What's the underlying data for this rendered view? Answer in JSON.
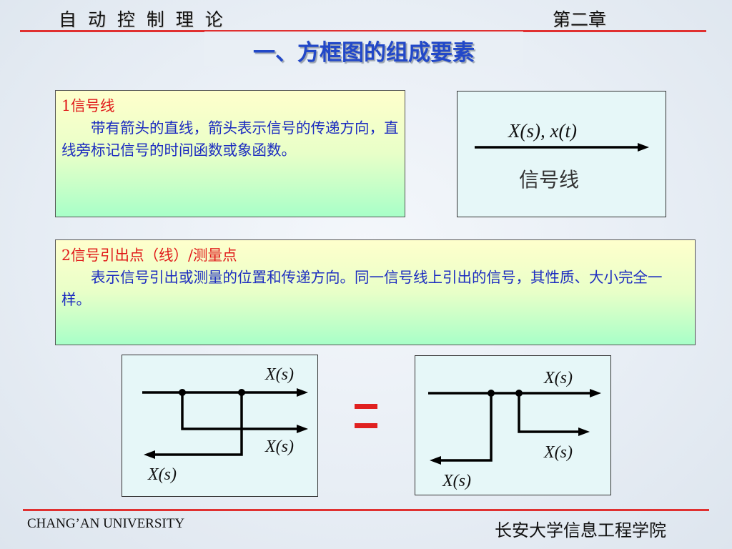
{
  "header": {
    "course_title": "自 动 控 制 理 论",
    "chapter": "第二章"
  },
  "slide": {
    "title": "一、方框图的组成要素"
  },
  "signal_line_section": {
    "heading": "1信号线",
    "body": "带有箭头的直线，箭头表示信号的传递方向，直线旁标记信号的时间函数或象函数。",
    "figure": {
      "label_top": "X(s),  x(t)",
      "caption": "信号线"
    }
  },
  "pickoff_section": {
    "heading": "2信号引出点（线）/测量点",
    "body": "表示信号引出或测量的位置和传递方向。同一信号线上引出的信号，其性质、大小完全一样。",
    "figure_left": {
      "label_top": "X(s)",
      "label_mid": "X(s)",
      "label_bottom": "X(s)"
    },
    "figure_right": {
      "label_top": "X(s)",
      "label_mid": "X(s)",
      "label_bottom": "X(s)"
    }
  },
  "colors": {
    "accent_red": "#e03030",
    "title_blue": "#2248c8",
    "body_blue": "#1c2cc0",
    "heading_red": "#e01818"
  },
  "footer": {
    "university": "CHANG’AN UNIVERSITY",
    "school": "长安大学信息工程学院"
  }
}
